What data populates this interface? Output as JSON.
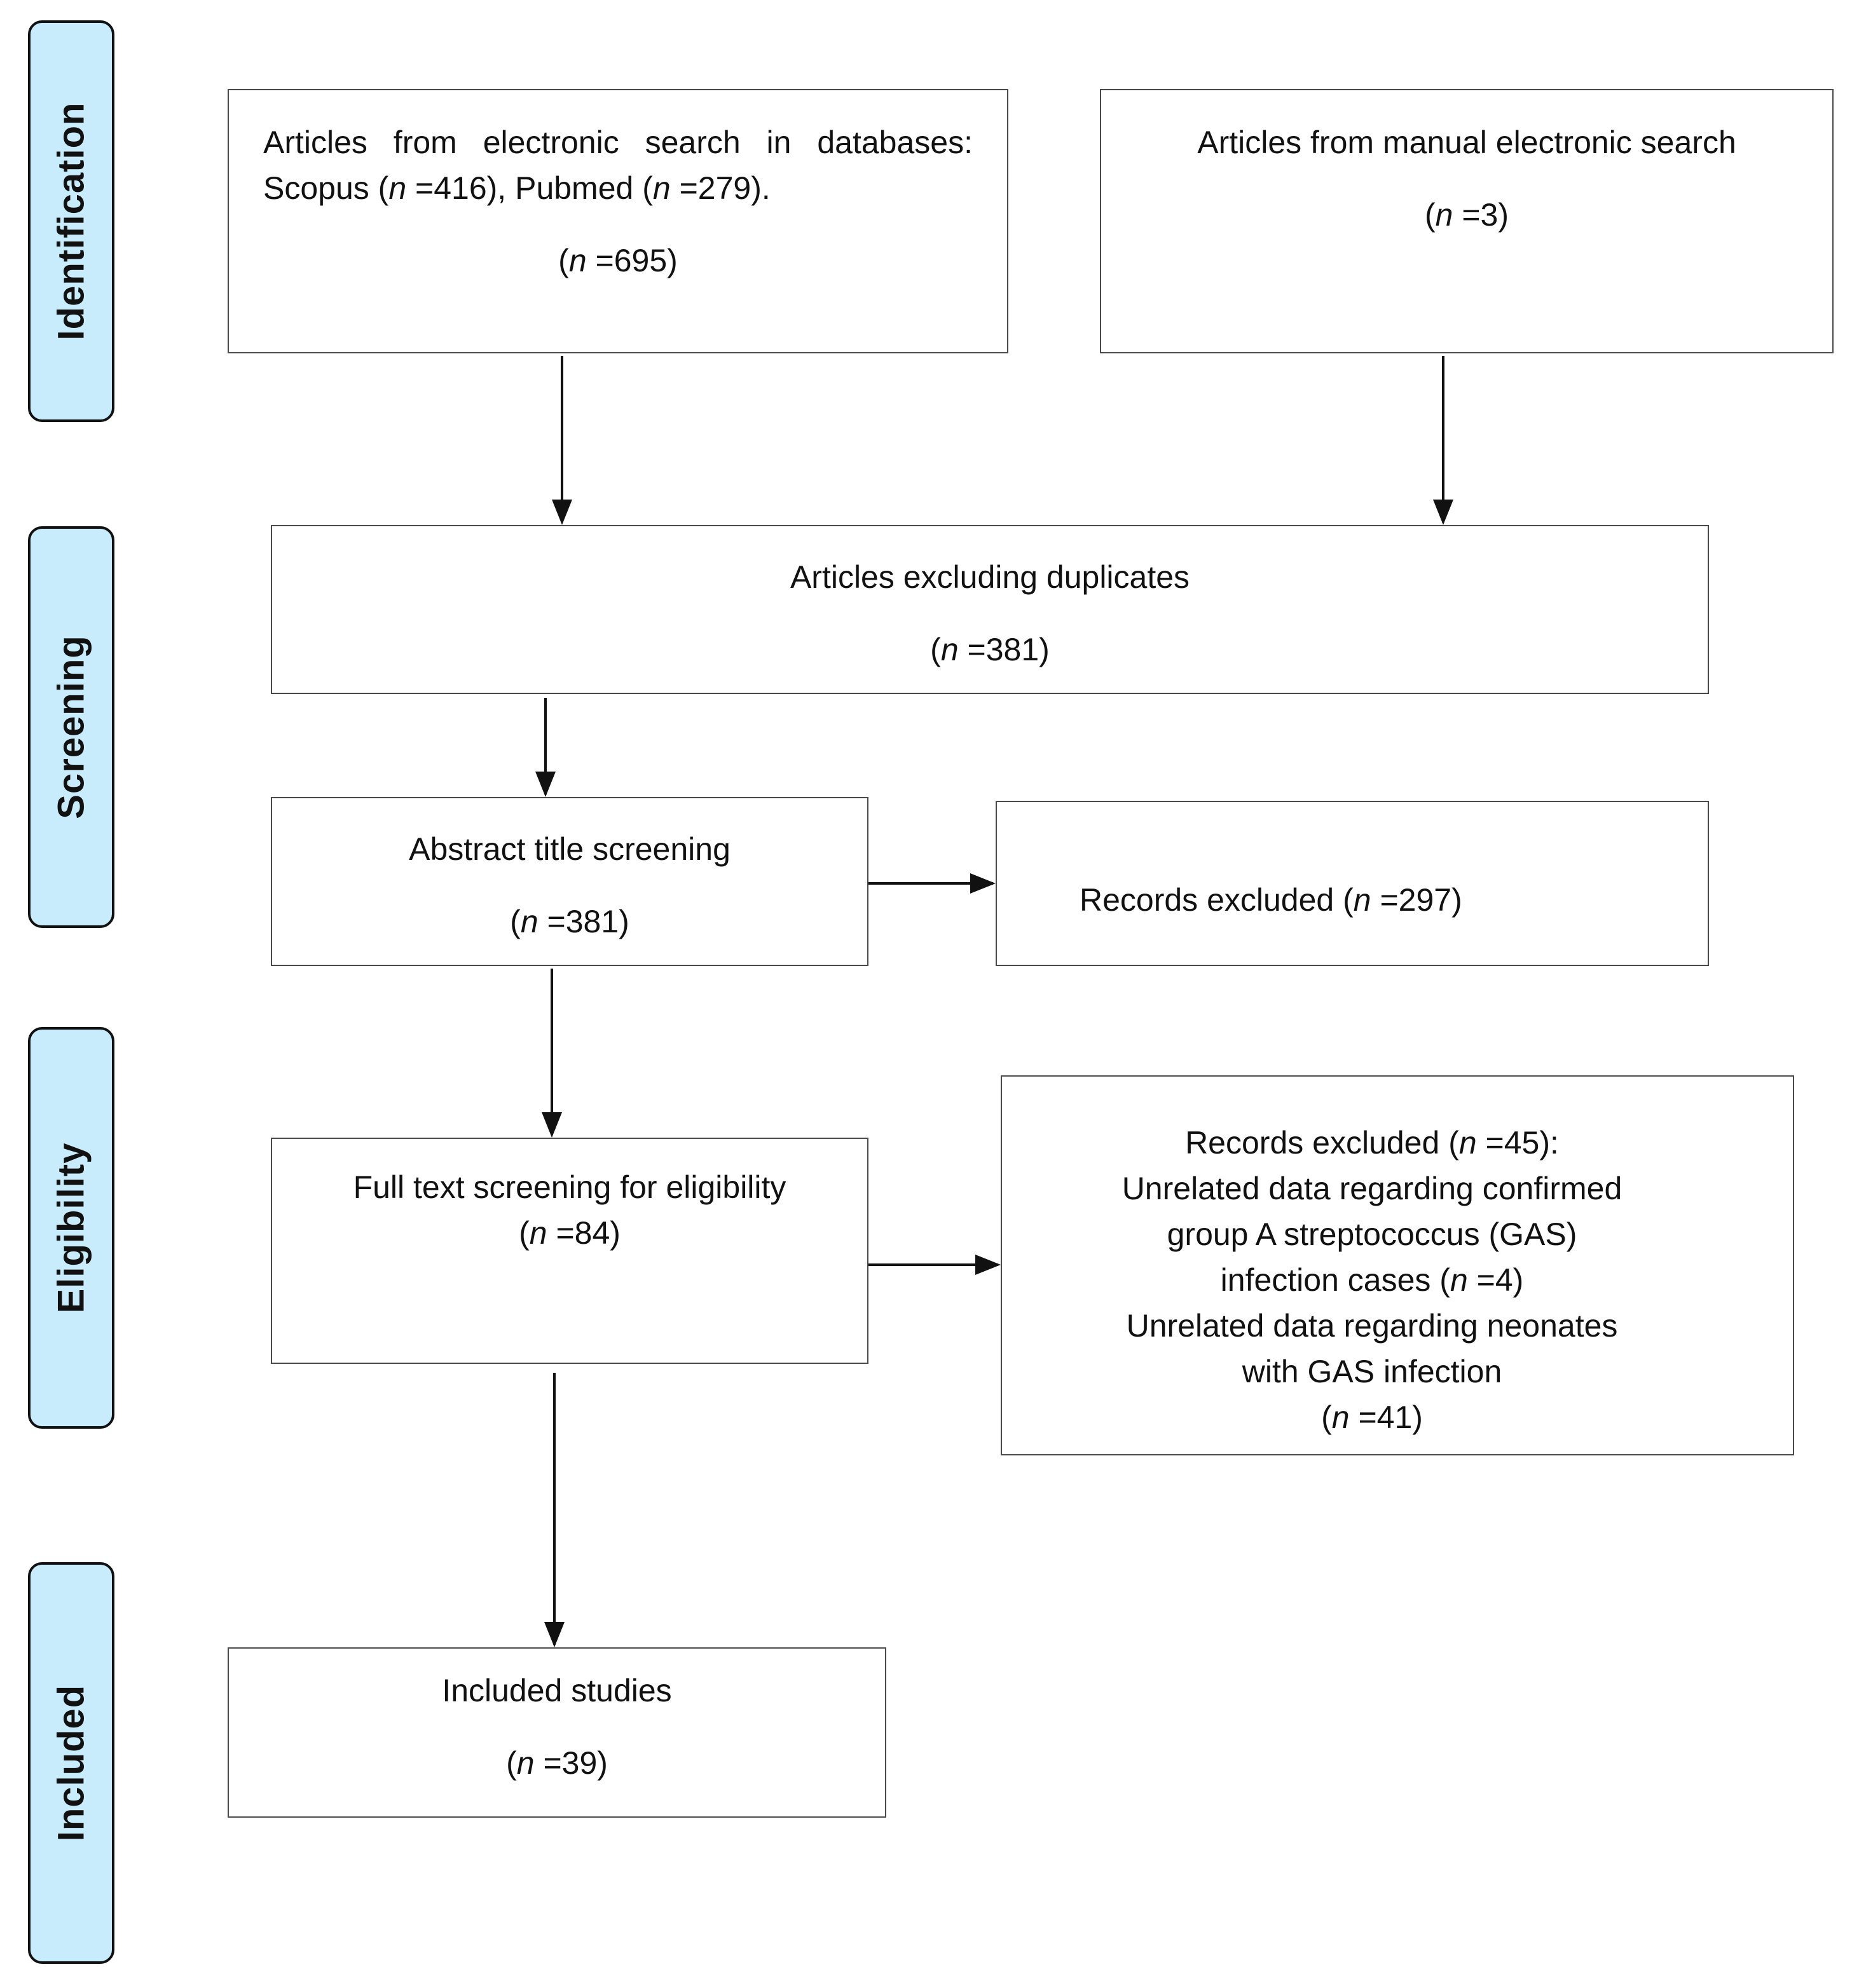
{
  "phases": {
    "identification": "Identification",
    "screening": "Screening",
    "eligibility": "Eligibility",
    "included": "Included"
  },
  "boxes": {
    "databases": {
      "line1": "Articles from electronic search in databases:",
      "line2_a": "Scopus (",
      "n": "n",
      "line2_b": " =416), Pubmed (",
      "line2_c": " =279).",
      "count_open": "(",
      "count_close": " =695)"
    },
    "manual": {
      "line1": "Articles from manual electronic search",
      "count_open": "(",
      "n": "n",
      "count_close": " =3)"
    },
    "duplicates": {
      "line1": "Articles excluding duplicates",
      "count_open": "(",
      "n": "n",
      "count_close": " =381)"
    },
    "abstract": {
      "line1": "Abstract title screening",
      "count_open": "(",
      "n": "n",
      "count_close": " =381)"
    },
    "excluded_abstract": {
      "text_a": "Records excluded (",
      "n": "n",
      "text_b": " =297)"
    },
    "fulltext": {
      "line1": "Full text screening for eligibility",
      "count_open": "(",
      "n": "n",
      "count_close": " =84)"
    },
    "excluded_fulltext": {
      "line1_a": "Records excluded (",
      "n": "n",
      "line1_b": " =45):",
      "line2": "Unrelated data regarding confirmed",
      "line3": "group A streptococcus (GAS)",
      "line4_a": "infection cases (",
      "line4_b": " =4)",
      "line5": "Unrelated data regarding neonates",
      "line6": "with GAS infection",
      "line7_open": "(",
      "line7_close": " =41)"
    },
    "included": {
      "line1": "Included studies",
      "count_open": "(",
      "n": "n",
      "count_close": " =39)"
    }
  }
}
